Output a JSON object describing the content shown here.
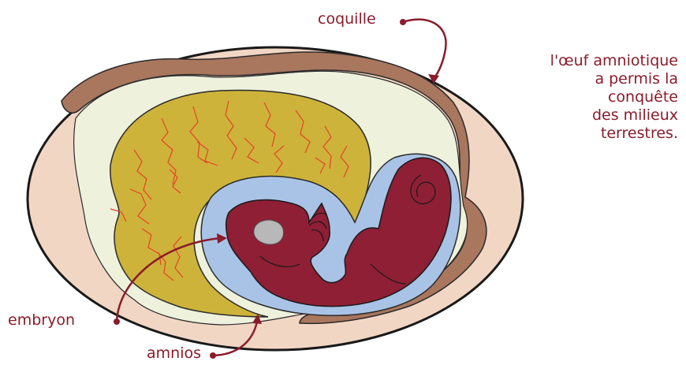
{
  "labels": {
    "coquille": "coquille",
    "embryon": "embryon",
    "amnios": "amnios"
  },
  "caption": {
    "lines": [
      "l'œuf amniotique",
      "a permis la",
      "conquête",
      "des milieux",
      "terrestres."
    ]
  },
  "colors": {
    "text": "#8a1c2b",
    "shell": "#f2d6c4",
    "shell_outline": "#1a1a1a",
    "inner_membrane": "#a9765e",
    "albumen": "#eef1dc",
    "yolk": "#cdb33a",
    "blood_vessels": "#e8412a",
    "amnion": "#a9c3e6",
    "embryo": "#8e1f34",
    "eye": "#b8b8b8"
  }
}
